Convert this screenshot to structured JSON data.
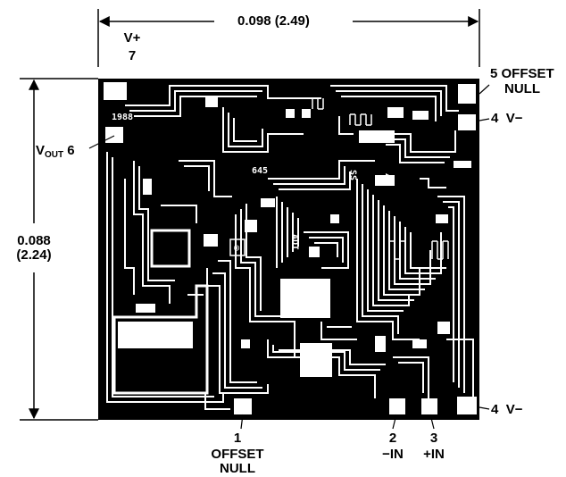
{
  "dimensions": {
    "width": "0.098 (2.49)",
    "height_value": "0.088",
    "height_mm": "(2.24)"
  },
  "pins": {
    "vplus": {
      "name": "V+",
      "number": "7"
    },
    "vout": {
      "name_main": "V",
      "name_sub": "OUT",
      "number": "6"
    },
    "offset_null_top": {
      "number": "5",
      "line1": "OFFSET",
      "line2": "NULL"
    },
    "vminus_top": {
      "number": "4",
      "name": "V−"
    },
    "vminus_bottom": {
      "number": "4",
      "name": "V−"
    },
    "offset_null_bottom": {
      "number": "1",
      "line1": "OFFSET",
      "line2": "NULL"
    },
    "minus_in": {
      "number": "2",
      "name": "−IN"
    },
    "plus_in": {
      "number": "3",
      "name": "+IN"
    }
  },
  "die_markings": {
    "year": "1988",
    "part": "645",
    "logo_vertical": "ADI",
    "side_mark": "SS"
  },
  "colors": {
    "die": "#000000",
    "metal": "#ffffff",
    "ink": "#000000"
  }
}
